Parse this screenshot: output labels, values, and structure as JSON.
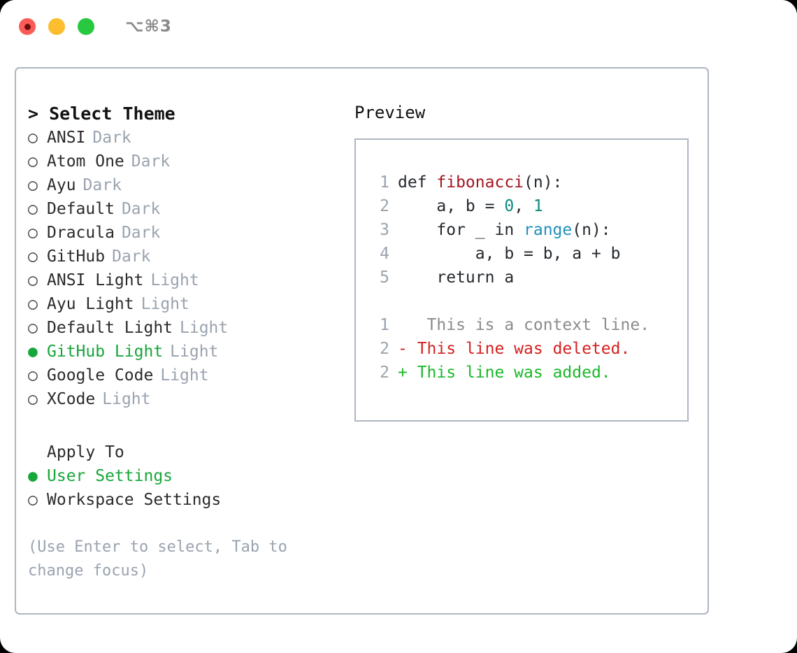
{
  "titlebar": {
    "shortcut": "⌥⌘3",
    "buttons": [
      {
        "name": "close",
        "color": "#fc5b57"
      },
      {
        "name": "minimize",
        "color": "#fcbd2e"
      },
      {
        "name": "maximize",
        "color": "#28c840"
      }
    ]
  },
  "theme_list": {
    "header": "> Select Theme",
    "items": [
      {
        "marker": "○",
        "label": "ANSI",
        "variant": "Dark",
        "selected": false
      },
      {
        "marker": "○",
        "label": "Atom One",
        "variant": "Dark",
        "selected": false
      },
      {
        "marker": "○",
        "label": "Ayu",
        "variant": "Dark",
        "selected": false
      },
      {
        "marker": "○",
        "label": "Default",
        "variant": "Dark",
        "selected": false
      },
      {
        "marker": "○",
        "label": "Dracula",
        "variant": "Dark",
        "selected": false
      },
      {
        "marker": "○",
        "label": "GitHub",
        "variant": "Dark",
        "selected": false
      },
      {
        "marker": "○",
        "label": "ANSI Light",
        "variant": "Light",
        "selected": false
      },
      {
        "marker": "○",
        "label": "Ayu Light",
        "variant": "Light",
        "selected": false
      },
      {
        "marker": "○",
        "label": "Default Light",
        "variant": "Light",
        "selected": false
      },
      {
        "marker": "●",
        "label": "GitHub Light",
        "variant": "Light",
        "selected": true
      },
      {
        "marker": "○",
        "label": "Google Code",
        "variant": "Light",
        "selected": false
      },
      {
        "marker": "○",
        "label": "XCode",
        "variant": "Light",
        "selected": false
      }
    ]
  },
  "apply_to": {
    "header": "Apply To",
    "items": [
      {
        "marker": "●",
        "label": "User Settings",
        "selected": true
      },
      {
        "marker": "○",
        "label": "Workspace Settings",
        "selected": false
      }
    ]
  },
  "hint": "(Use Enter to select, Tab to change focus)",
  "preview": {
    "title": "Preview",
    "code_lines": [
      {
        "number": "1",
        "tokens": [
          {
            "text": "def ",
            "type": "keyword"
          },
          {
            "text": "fibonacci",
            "type": "function"
          },
          {
            "text": "(n):",
            "type": "plain"
          }
        ]
      },
      {
        "number": "2",
        "tokens": [
          {
            "text": "    a, b = ",
            "type": "plain"
          },
          {
            "text": "0",
            "type": "number"
          },
          {
            "text": ", ",
            "type": "plain"
          },
          {
            "text": "1",
            "type": "number"
          }
        ]
      },
      {
        "number": "3",
        "tokens": [
          {
            "text": "    for _ in ",
            "type": "keyword"
          },
          {
            "text": "range",
            "type": "builtin"
          },
          {
            "text": "(n):",
            "type": "plain"
          }
        ]
      },
      {
        "number": "4",
        "tokens": [
          {
            "text": "        a, b = b, a + b",
            "type": "plain"
          }
        ]
      },
      {
        "number": "5",
        "tokens": [
          {
            "text": "    return a",
            "type": "keyword"
          }
        ]
      }
    ],
    "diff_lines": [
      {
        "number": "1",
        "sign": " ",
        "text": "  This is a context line.",
        "kind": "context"
      },
      {
        "number": "2",
        "sign": "-",
        "text": " This line was deleted.",
        "kind": "deleted"
      },
      {
        "number": "2",
        "sign": "+",
        "text": " This line was added.",
        "kind": "added"
      }
    ]
  },
  "colors": {
    "accent_green": "#16a63a",
    "muted": "#9aa3af",
    "border": "#aeb6c2",
    "diff_add": "#1bb82b",
    "diff_del": "#d62020",
    "code_fn": "#a31621",
    "code_num": "#0b8a80",
    "code_builtin": "#1f8fbf"
  }
}
